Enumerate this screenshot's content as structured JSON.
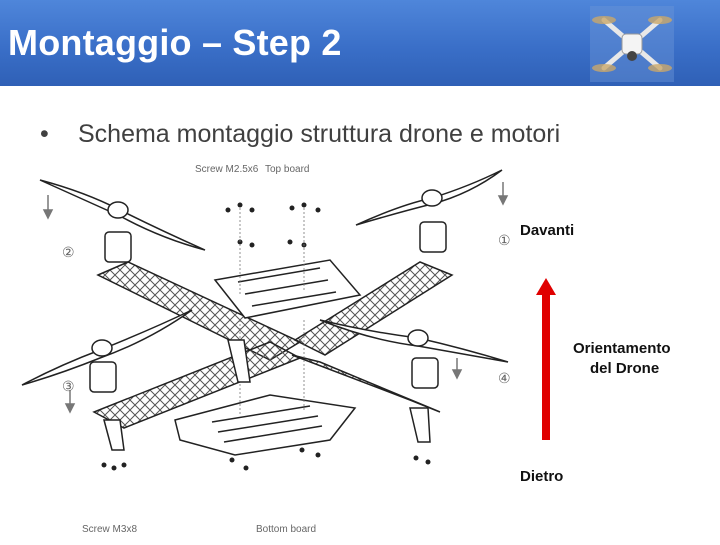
{
  "slide": {
    "title": "Montaggio – Step 2",
    "bullet": "Schema montaggio struttura drone e motori"
  },
  "diagram": {
    "labels": {
      "screw_top": "Screw M2.5x6",
      "top_board": "Top board",
      "screw_bottom": "Screw M3x8",
      "bottom_board": "Bottom board",
      "motor_1": "①",
      "motor_2": "②",
      "motor_3": "③",
      "motor_4": "④"
    },
    "orientation": {
      "front": "Davanti",
      "back": "Dietro",
      "caption_line1": "Orientamento",
      "caption_line2": "del Drone",
      "arrow_color": "#e00000"
    }
  },
  "colors": {
    "header": "#3a6fc8",
    "title_text": "#ffffff",
    "body_text": "#404040"
  }
}
